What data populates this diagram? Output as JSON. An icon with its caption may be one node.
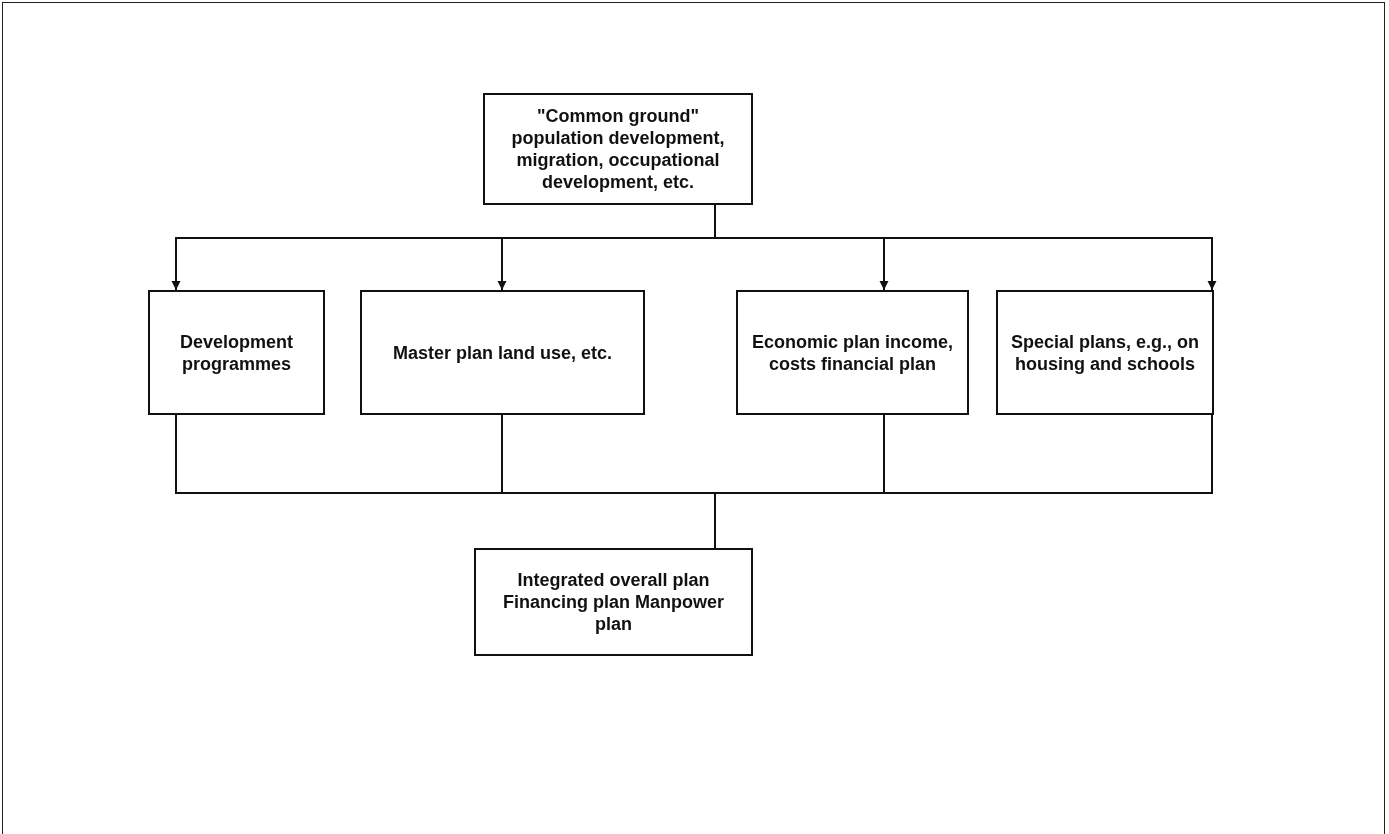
{
  "diagram": {
    "nodes": [
      {
        "text": [
          "\"Common ground\"",
          "population development, migration, occupational development, etc."
        ]
      },
      {
        "text": [
          "Development programmes"
        ]
      },
      {
        "text": [
          "Master plan land use, etc."
        ]
      },
      {
        "text": [
          "Economic plan income, costs financial plan"
        ]
      },
      {
        "text": [
          "Special plans, e.g., on housing and schools"
        ]
      },
      {
        "text": [
          "Integrated overall plan Financing plan Manpower plan"
        ]
      }
    ],
    "edges": [
      {
        "from": 0,
        "to": 1,
        "arrow": "to"
      },
      {
        "from": 0,
        "to": 2,
        "arrow": "to"
      },
      {
        "from": 0,
        "to": 3,
        "arrow": "to"
      },
      {
        "from": 0,
        "to": 4,
        "arrow": "to"
      },
      {
        "from": 1,
        "to": 5,
        "arrow": "none"
      },
      {
        "from": 2,
        "to": 5,
        "arrow": "none"
      },
      {
        "from": 3,
        "to": 5,
        "arrow": "none"
      },
      {
        "from": 4,
        "to": 5,
        "arrow": "none"
      }
    ]
  }
}
